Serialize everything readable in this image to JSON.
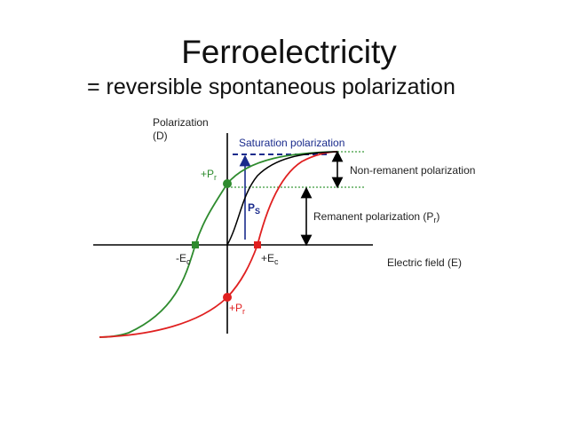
{
  "slide": {
    "title": "Ferroelectricity",
    "subtitle": "= reversible spontaneous polarization"
  },
  "diagram": {
    "y_axis_label_line1": "Polarization",
    "y_axis_label_line2": "(D)",
    "x_axis_label": "Electric field (E)",
    "saturation_label": "Saturation polarization",
    "non_remanent_label": "Non-remanent polarization",
    "remanent_label_text": "Remanent polarization (P",
    "remanent_label_sub": "r",
    "remanent_label_close": ")",
    "ps_main": "P",
    "ps_sub": "S",
    "pr_top_main": "+P",
    "pr_top_sub": "r",
    "pr_bottom_main": "+P",
    "pr_bottom_sub": "r",
    "ec_neg_main": "-E",
    "ec_neg_sub": "c",
    "ec_pos_main": "+E",
    "ec_pos_sub": "c",
    "colors": {
      "upper_branch": "#2e8b2e",
      "lower_branch": "#e02020",
      "initial_curve": "#000000",
      "saturation": "#1a2b8c",
      "guides": "#3a9a3a"
    }
  }
}
